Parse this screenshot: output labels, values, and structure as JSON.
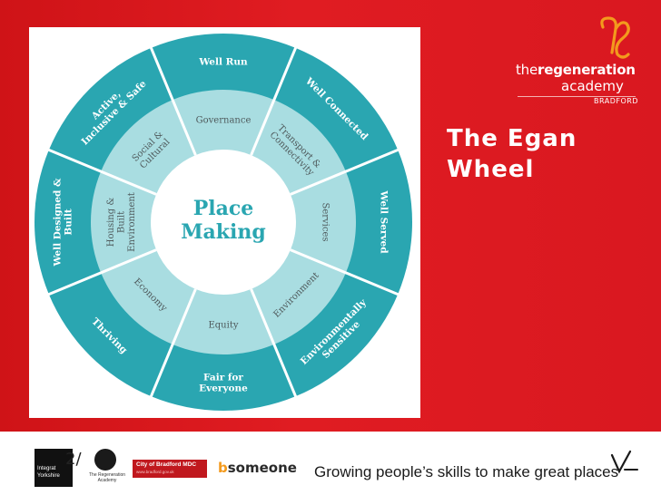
{
  "slide": {
    "title_line1": "The Egan",
    "title_line2": "Wheel",
    "date": "2/"
  },
  "logo": {
    "name_prefix": "the",
    "name_bold": "regeneration",
    "name_line2": "academy",
    "location": "BRADFORD"
  },
  "wheel": {
    "center_line1": "Place",
    "center_line2": "Making",
    "colors": {
      "outer_ring": "#2aa6b1",
      "inner_ring": "#a9dde1",
      "center": "#ffffff",
      "outer_text": "#ffffff",
      "inner_text": "#4f5a5c",
      "center_text": "#2aa6b1",
      "divider": "#ffffff"
    },
    "outer_labels": [
      "Well Run",
      "Well Connected",
      "Well Served",
      "Environmentally Sensitive",
      "Fair for Everyone",
      "Thriving",
      "Well Designed & Built",
      "Active, Inclusive & Safe"
    ],
    "inner_labels": [
      "Governance",
      "Transport & Connectivity",
      "Services",
      "Environment",
      "Equity",
      "Economy",
      "Housing & Built Environment",
      "Social & Cultural"
    ]
  },
  "footer": {
    "integrat_line1": "Integrat",
    "integrat_line2": "Yorkshire",
    "regen_badge_caption": "The Regeneration Academy",
    "bradford_name": "City of Bradford MDC",
    "bradford_url": "www.bradford.gov.uk",
    "bsomeone_b": "b",
    "bsomeone_rest": "someone",
    "tagline": "Growing people’s skills to make great places"
  },
  "colors": {
    "slide_background": "#d7161b",
    "accent_orange": "#f39a1d"
  }
}
